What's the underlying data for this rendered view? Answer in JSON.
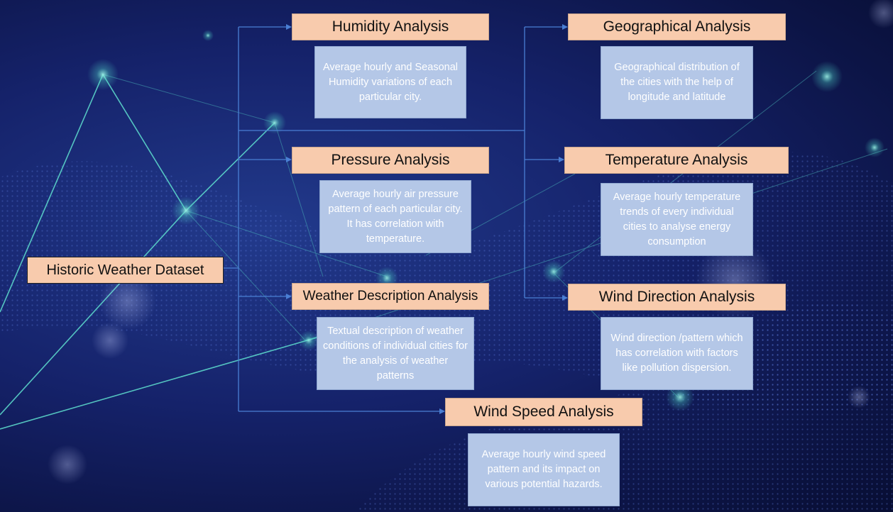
{
  "root": {
    "label": "Historic Weather Dataset"
  },
  "analyses": {
    "humidity": {
      "title": "Humidity Analysis",
      "description": "Average hourly and Seasonal Humidity variations of each particular city."
    },
    "pressure": {
      "title": "Pressure Analysis",
      "description": "Average hourly air pressure pattern of each particular city. It has correlation with temperature."
    },
    "weather_description": {
      "title": "Weather Description Analysis",
      "description": "Textual description of weather conditions of individual cities for the analysis of weather patterns"
    },
    "wind_speed": {
      "title": "Wind Speed Analysis",
      "description": "Average hourly wind speed pattern and its impact on various potential hazards."
    },
    "geographical": {
      "title": "Geographical Analysis",
      "description": "Geographical distribution of the cities with the help of longitude and latitude"
    },
    "temperature": {
      "title": "Temperature Analysis",
      "description": "Average hourly temperature trends of every individual cities to analyse energy consumption"
    },
    "wind_direction": {
      "title": "Wind Direction Analysis",
      "description": "Wind direction /pattern which has  correlation with factors like pollution dispersion."
    }
  },
  "colors": {
    "title_box": "#f8cbad",
    "description_box": "#b4c7e7",
    "connector": "#4a7fd4",
    "background": "#15226a"
  }
}
